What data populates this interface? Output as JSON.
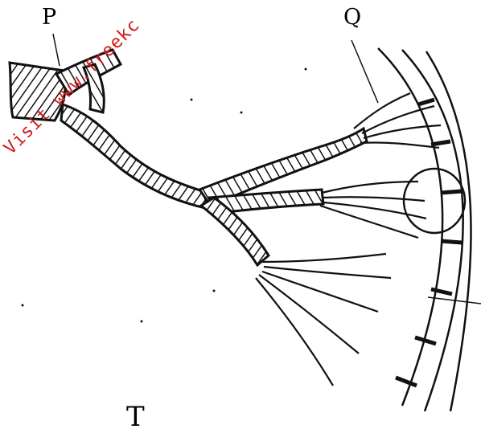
{
  "labels": {
    "p": "P",
    "q": "Q",
    "t": "T"
  },
  "watermark": {
    "text": "rs Visit www.freekc"
  },
  "colors": {
    "ink": "#111111",
    "watermark": "#d21a1a",
    "background": "#ffffff"
  }
}
